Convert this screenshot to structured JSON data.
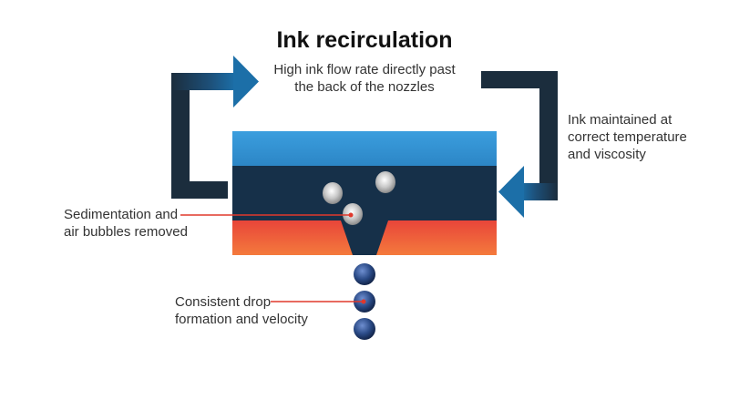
{
  "title": "Ink recirculation",
  "labels": {
    "flow": [
      "High ink flow rate directly past",
      "the back of the nozzles"
    ],
    "maintained": [
      "Ink maintained at",
      "correct temperature",
      "and viscosity"
    ],
    "sediment": [
      "Sedimentation and",
      "air bubbles removed"
    ],
    "drop": [
      "Consistent drop",
      "formation and velocity"
    ]
  },
  "colors": {
    "arrow_dark": "#1b2d3d",
    "arrow_blue": "#1c6fa8",
    "ink_top": "#3b9ede",
    "ink_dark": "#163049",
    "heater": "#f26a3c",
    "callout_line": "#e0382c",
    "drop": "#2a4a86"
  }
}
